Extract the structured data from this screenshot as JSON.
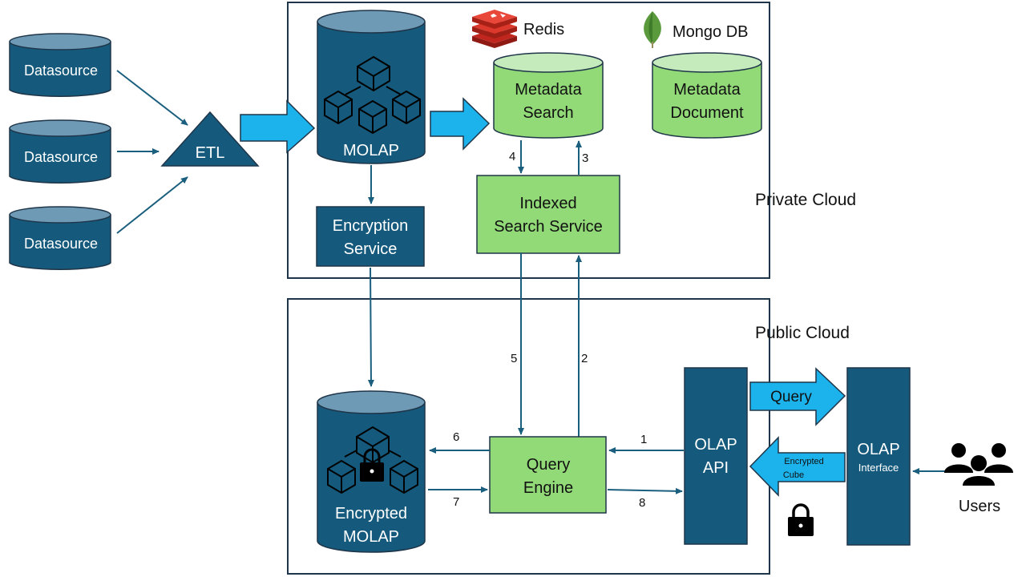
{
  "datasources": [
    "Datasource",
    "Datasource",
    "Datasource"
  ],
  "etl": "ETL",
  "molap": "MOLAP",
  "redis": "Redis",
  "mongodb": "Mongo DB",
  "metadata_search": [
    "Metadata",
    "Search"
  ],
  "metadata_document": [
    "Metadata",
    "Document"
  ],
  "indexed_search": [
    "Indexed",
    "Search Service"
  ],
  "encryption_service": [
    "Encryption",
    "Service"
  ],
  "private_cloud": "Private Cloud",
  "public_cloud": "Public Cloud",
  "encrypted_molap": [
    "Encrypted",
    "MOLAP"
  ],
  "query_engine": [
    "Query",
    "Engine"
  ],
  "olap_api": [
    "OLAP",
    "API"
  ],
  "olap_interface": [
    "OLAP",
    "Interface"
  ],
  "query_arrow": "Query",
  "encrypted_cube": [
    "Encrypted",
    "Cube"
  ],
  "users": "Users",
  "step_labels": {
    "s1": "1",
    "s2": "2",
    "s3": "3",
    "s4": "4",
    "s5": "5",
    "s6": "6",
    "s7": "7",
    "s8": "8"
  },
  "colors": {
    "dark_blue": "#155a7c",
    "green": "#92d978",
    "bright_blue": "#1cb2ec",
    "arrow": "#1b5f7e",
    "outline": "#1f3549"
  }
}
